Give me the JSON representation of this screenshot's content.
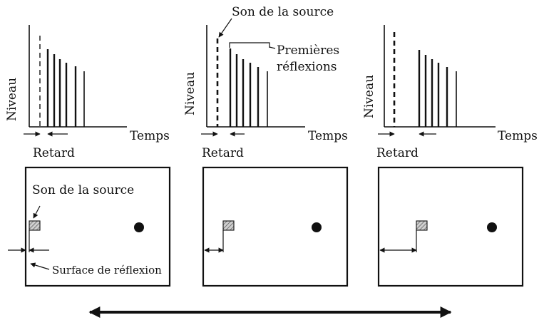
{
  "labels": {
    "level": "Niveau",
    "time": "Temps",
    "delay": "Retard",
    "source_sound": "Son de la source",
    "early_reflections_line1": "Premières",
    "early_reflections_line2": "réflexions",
    "reflection_surface": "Surface de réflexion"
  },
  "panels": [
    {
      "id": "near",
      "source_gap": "small",
      "bars_relative": [
        1.0,
        0.92,
        0.86,
        0.8,
        0.74,
        0.68
      ]
    },
    {
      "id": "middle",
      "source_gap": "medium",
      "bars_relative": [
        1.0,
        0.92,
        0.86,
        0.8,
        0.74,
        0.68
      ]
    },
    {
      "id": "far",
      "source_gap": "large",
      "bars_relative": [
        1.0,
        0.92,
        0.86,
        0.8,
        0.74,
        0.68
      ]
    }
  ],
  "colors": {
    "ink": "#111111",
    "hatch": "#999999",
    "background": "#ffffff"
  },
  "icons": [
    "source-dot-icon",
    "reflector-square-icon",
    "double-arrow-icon"
  ]
}
